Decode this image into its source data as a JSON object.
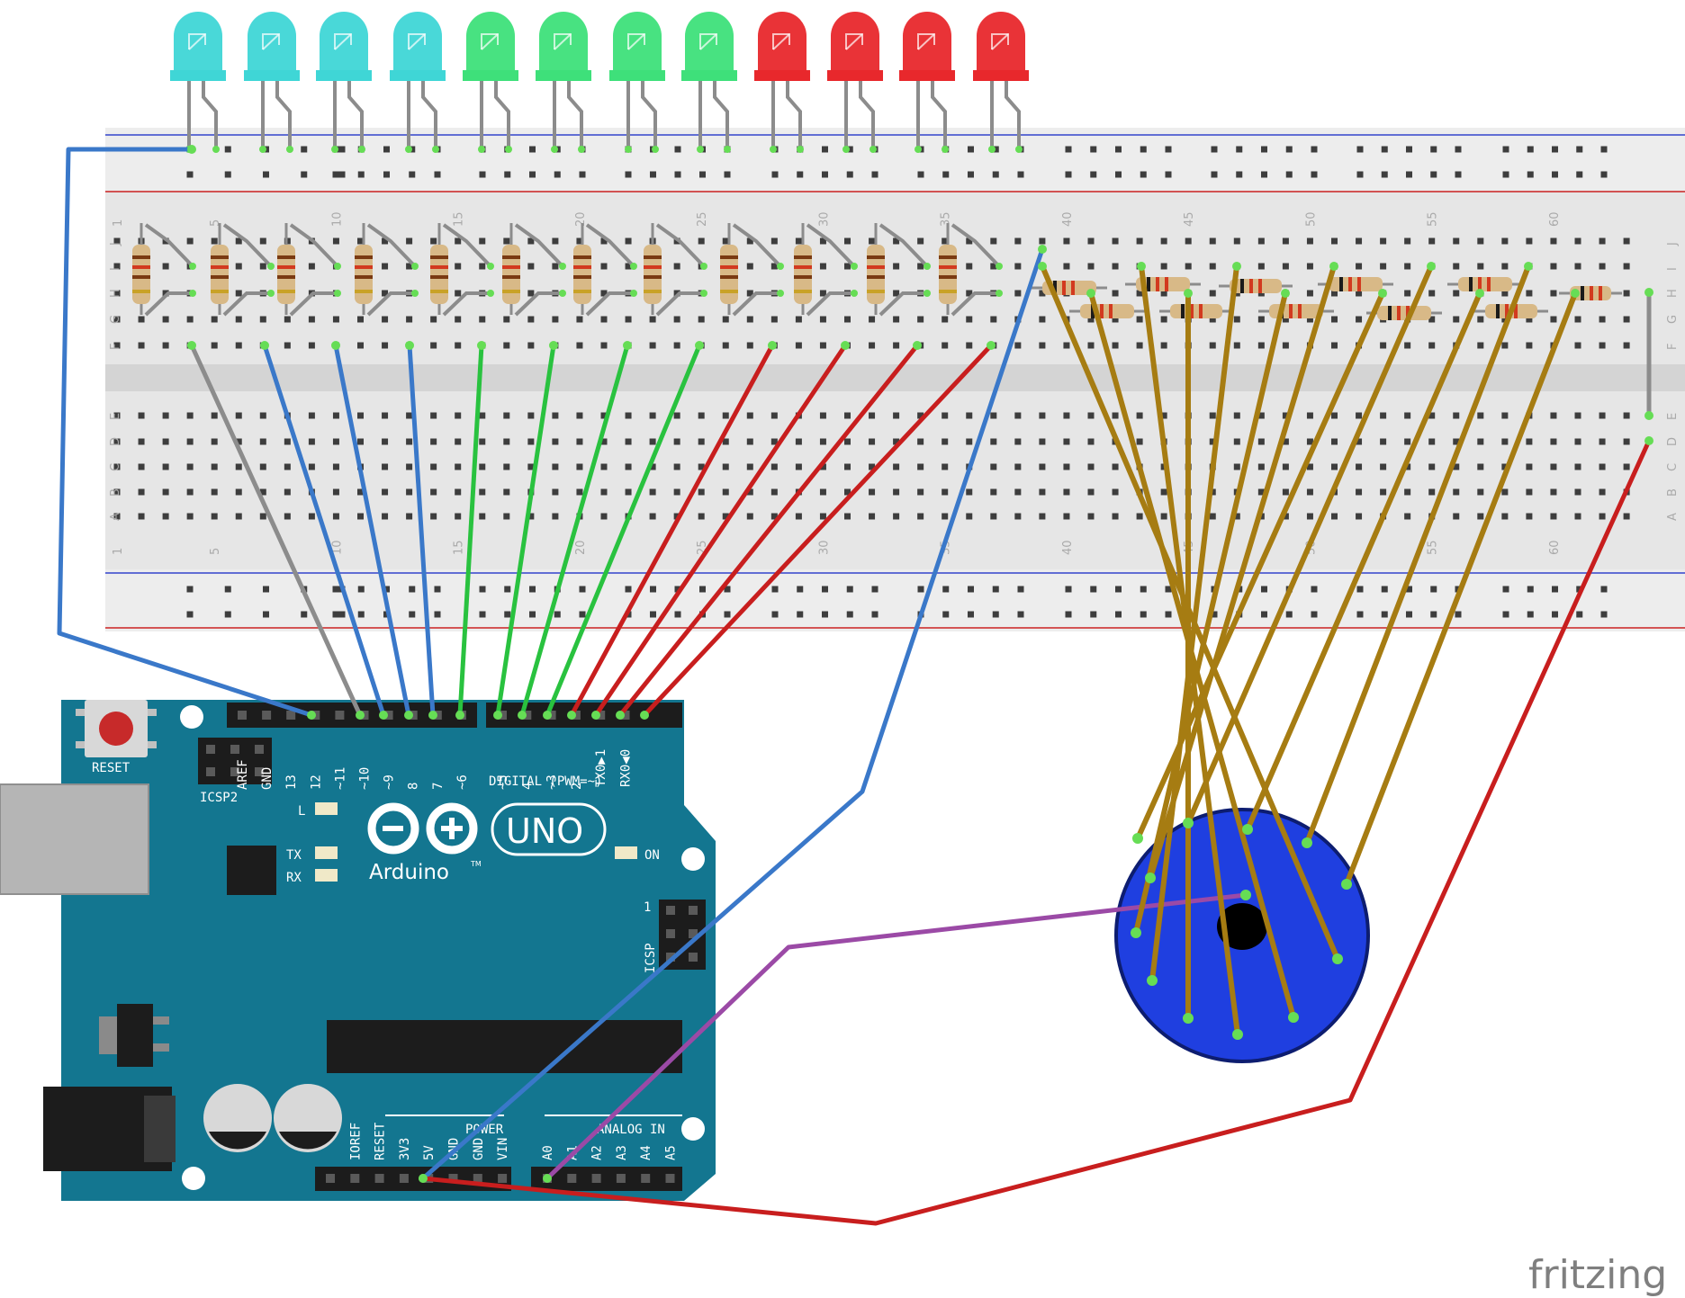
{
  "breadboard": {
    "column_numbers": [
      "1",
      "5",
      "10",
      "15",
      "20",
      "25",
      "30",
      "35",
      "40",
      "45",
      "50",
      "55",
      "60"
    ],
    "top_row_letters": [
      "J",
      "I",
      "H",
      "G",
      "F"
    ],
    "bottom_row_letters": [
      "E",
      "D",
      "C",
      "B",
      "A"
    ]
  },
  "leds": [
    {
      "color": "cyan"
    },
    {
      "color": "cyan"
    },
    {
      "color": "cyan"
    },
    {
      "color": "cyan"
    },
    {
      "color": "green"
    },
    {
      "color": "green"
    },
    {
      "color": "green"
    },
    {
      "color": "green"
    },
    {
      "color": "red"
    },
    {
      "color": "red"
    },
    {
      "color": "red"
    },
    {
      "color": "red"
    }
  ],
  "colors": {
    "led_cyan": "#3fd6d6",
    "led_green": "#3ee07a",
    "led_red": "#e8282c",
    "wire_blue": "#3a78c9",
    "wire_green": "#29c23f",
    "wire_red": "#c81e1e",
    "wire_gray": "#8c8c8c",
    "wire_ochre": "#a67c12",
    "wire_purple": "#9b4aa6",
    "arduino_board": "#137690",
    "speaker": "#1f3fe0"
  },
  "arduino": {
    "reset_label": "RESET",
    "icsp2_label": "ICSP2",
    "icsp_label": "ICSP",
    "icsp_pin_one": "1",
    "led_l_label": "L",
    "led_tx_label": "TX",
    "led_rx_label": "RX",
    "on_label": "ON",
    "brand_name": "Arduino",
    "brand_tm": "TM",
    "model_badge": "UNO",
    "digital_header_label": "DIGITAL (PWM=~)",
    "digital_pins": [
      "AREF",
      "GND",
      "13",
      "12",
      "~11",
      "~10",
      "~9",
      "8",
      "7",
      "~6",
      "~5",
      "4",
      "~3",
      "2",
      "TX0▶1",
      "RX0◀0"
    ],
    "power_header_label": "POWER",
    "power_pins": [
      "IOREF",
      "RESET",
      "3V3",
      "5V",
      "GND",
      "GND",
      "VIN"
    ],
    "analog_header_label": "ANALOG IN",
    "analog_pins": [
      "A0",
      "A1",
      "A2",
      "A3",
      "A4",
      "A5"
    ]
  },
  "watermark": "fritzing"
}
